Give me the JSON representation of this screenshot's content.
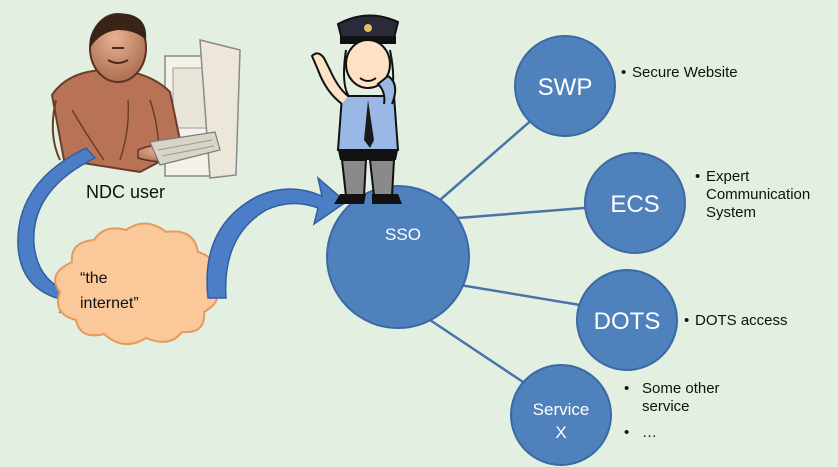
{
  "user": {
    "label": "NDC user"
  },
  "internet": {
    "line1": "“the",
    "line2": "internet”"
  },
  "sso": {
    "label": "SSO"
  },
  "services": [
    {
      "id": "swp",
      "label": "SWP",
      "bullets": [
        "Secure Website"
      ]
    },
    {
      "id": "ecs",
      "label": "ECS",
      "bullets": [
        "Expert Communication System"
      ]
    },
    {
      "id": "dots",
      "label": "DOTS",
      "bullets": [
        "DOTS access"
      ]
    },
    {
      "id": "servicex",
      "label_line1": "Service",
      "label_line2": "X",
      "bullets": [
        "Some other service",
        "…"
      ]
    }
  ],
  "colors": {
    "background": "#e3efe1",
    "circle_fill": "#4f81bd",
    "circle_stroke": "#3a6aa3",
    "connector": "#4a74a8",
    "cloud_fill": "#fbc89a",
    "cloud_stroke": "#e39a5e",
    "arrow_fill": "#4b7ec6",
    "arrow_stroke": "#2f5f9e"
  },
  "icons": [
    "person-at-computer-icon",
    "police-officer-icon",
    "cloud-icon",
    "curved-arrow-icon"
  ]
}
